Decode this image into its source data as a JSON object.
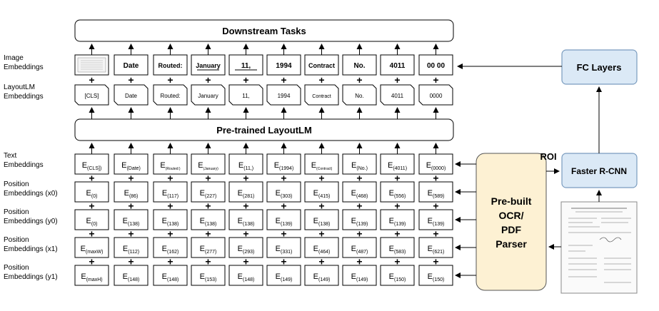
{
  "downstream_tasks": "Downstream Tasks",
  "pretrained": "Pre-trained LayoutLM",
  "fc_layers": "FC Layers",
  "faster_rcnn": "Faster R-CNN",
  "roi": "ROI",
  "ocr": [
    "Pre-built",
    "OCR/",
    "PDF",
    "Parser"
  ],
  "rows": [
    {
      "label": [
        "Image",
        "Embeddings"
      ],
      "kind": "image",
      "cells": [
        "",
        "Date",
        "Routed:",
        "January",
        "11,",
        "1994",
        "Contract",
        "No.",
        "4011",
        "00 00"
      ]
    },
    {
      "label": [
        "LayoutLM",
        "Embeddings"
      ],
      "kind": "layout",
      "cells": [
        "[CLS]",
        "Date",
        "Routed:",
        "January",
        "11,",
        "1994",
        "Contract",
        "No.",
        "4011",
        "0000"
      ]
    },
    {
      "label": [
        "Text",
        "Embeddings"
      ],
      "kind": "E",
      "cells": [
        "(CLS])",
        "(Date)",
        "(Routed:)",
        "(January)",
        "(11,)",
        "(1994)",
        "(Contract)",
        "(No.)",
        "(4011)",
        "(0000)"
      ]
    },
    {
      "label": [
        "Position",
        "Embeddings (x0)"
      ],
      "kind": "E",
      "cells": [
        "(0)",
        "(86)",
        "(117)",
        "(227)",
        "(281)",
        "(303)",
        "(415)",
        "(468)",
        "(556)",
        "(589)"
      ]
    },
    {
      "label": [
        "Position",
        "Embeddings (y0)"
      ],
      "kind": "E",
      "cells": [
        "(0)",
        "(138)",
        "(138)",
        "(138)",
        "(138)",
        "(139)",
        "(138)",
        "(139)",
        "(139)",
        "(139)"
      ]
    },
    {
      "label": [
        "Position",
        "Embeddings (x1)"
      ],
      "kind": "E",
      "cells": [
        "(maxW)",
        "(112)",
        "(162)",
        "(277)",
        "(293)",
        "(331)",
        "(464)",
        "(487)",
        "(583)",
        "(621)"
      ]
    },
    {
      "label": [
        "Position",
        "Embeddings (y1)"
      ],
      "kind": "E",
      "cells": [
        "(maxH)",
        "(148)",
        "(148)",
        "(153)",
        "(148)",
        "(149)",
        "(149)",
        "(149)",
        "(150)",
        "(150)"
      ]
    }
  ],
  "colors": {
    "fc": "#dbe9f6",
    "ocr": "#fdf1d3"
  }
}
